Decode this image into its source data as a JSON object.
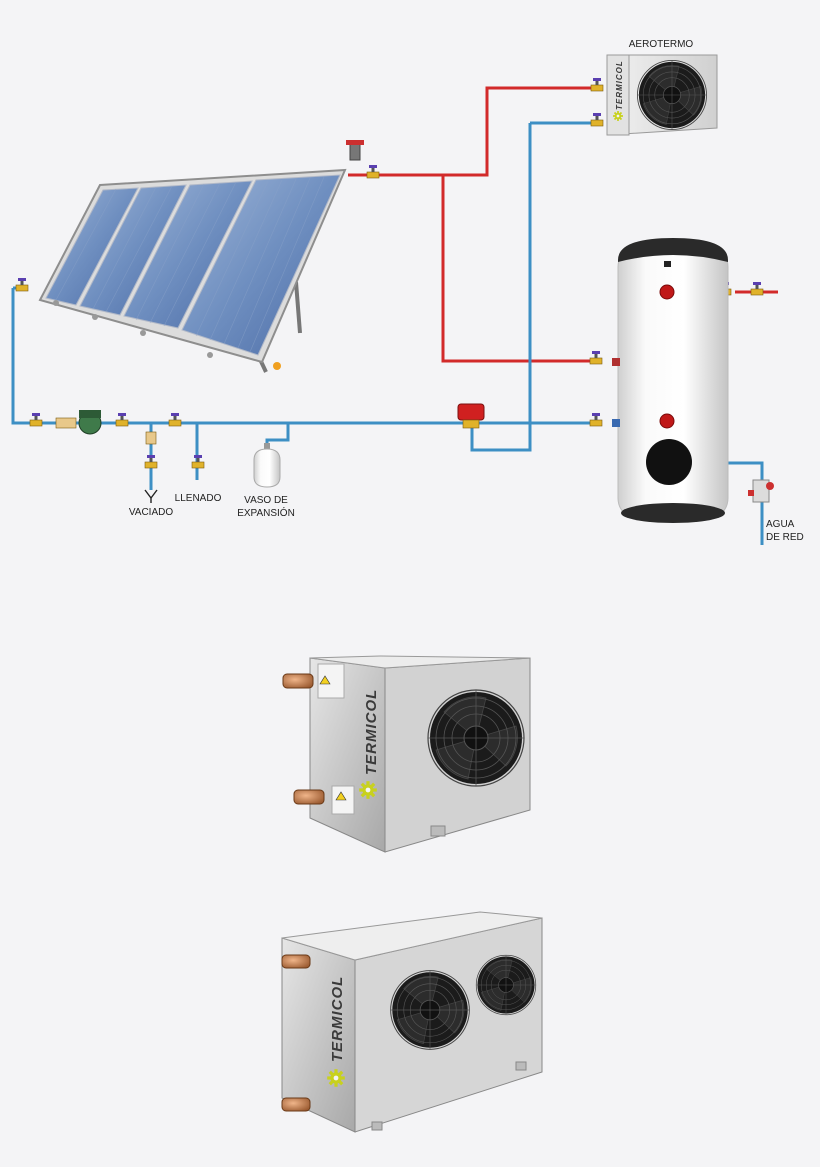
{
  "labels": {
    "aerotermo": "AEROTERMO",
    "vaciado": "VACIADO",
    "llenado": "LLENADO",
    "vaso_expansion": "VASO DE\nEXPANSIÓN",
    "agua_de_red": "AGUA\nDE RED"
  },
  "brand": {
    "name": "TERMICOL"
  },
  "colors": {
    "hot_pipe": "#d22a2a",
    "cold_pipe": "#3d8fc4",
    "background": "#f4f4f6",
    "brand_accent": "#c8d11e"
  }
}
